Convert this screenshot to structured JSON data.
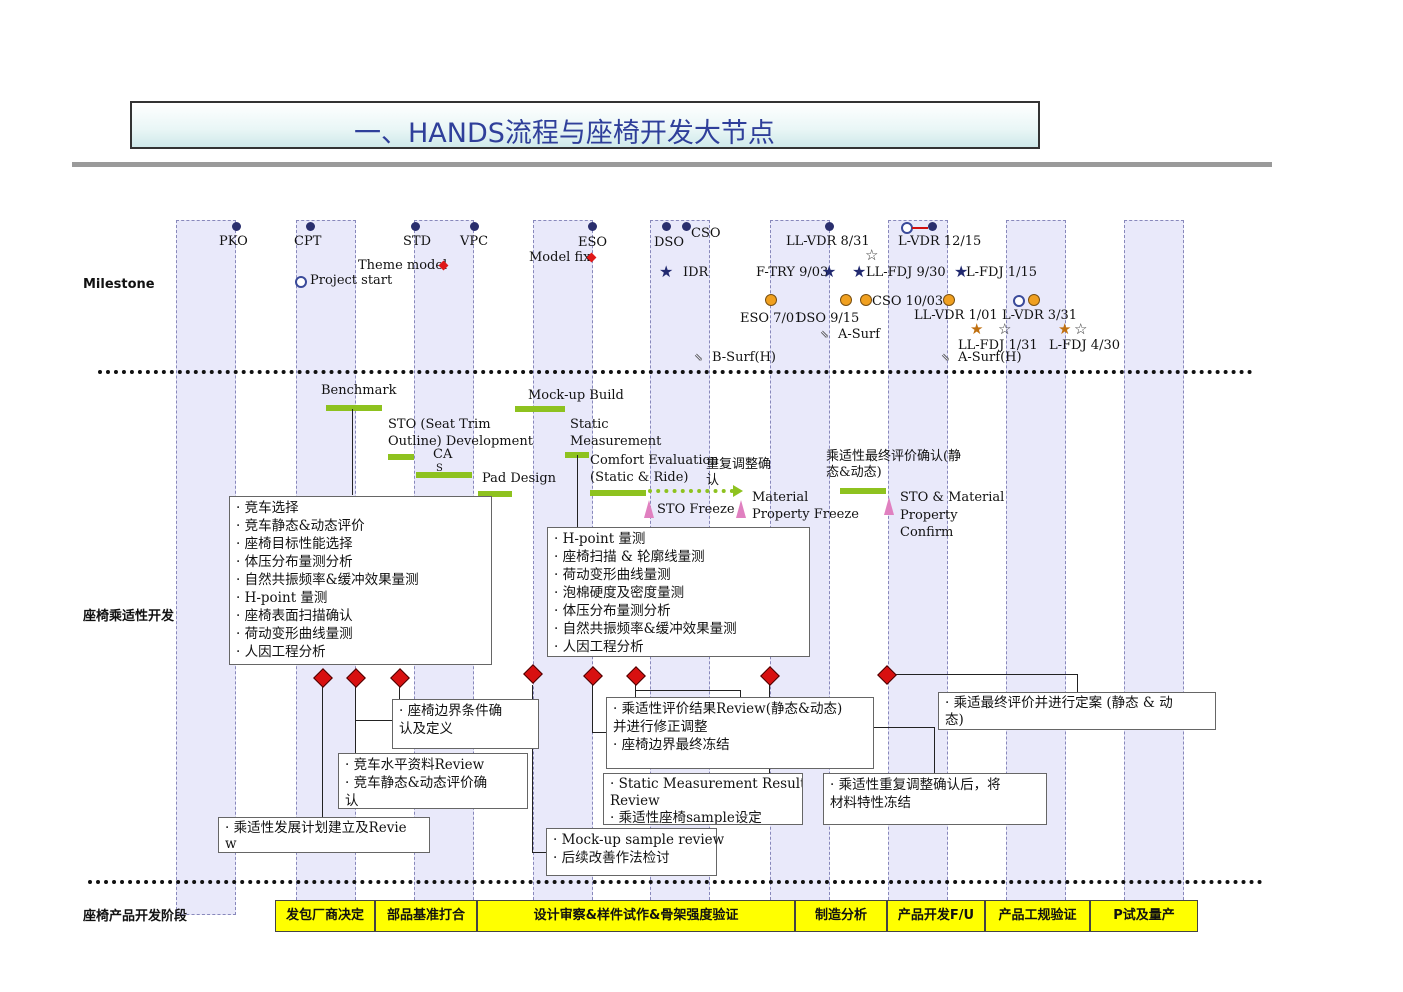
{
  "title": "一、HANDS流程与座椅开发大节点",
  "row_labels": {
    "milestone": "Milestone",
    "comfort": "座椅乘适性开发",
    "product": "座椅产品开发阶段"
  },
  "milestones": {
    "pko": "PKO",
    "cpt": "CPT",
    "std": "STD",
    "vpc": "VPC",
    "eso": "ESO",
    "dso": "DSO",
    "cso": "CSO",
    "ll_vdr_831": "LL-VDR 8/31",
    "l_vdr_1215": "L-VDR 12/15",
    "project_start": "Project start",
    "theme_model": "Theme model",
    "model_fix": "Model fix",
    "idr": "IDR",
    "f_try": "F-TRY 9/03",
    "ll_fdj_930": "LL-FDJ 9/30",
    "l_fdj_115": "L-FDJ 1/15",
    "cso_1003": "CSO 10/03",
    "eso_701": "ESO 7/01",
    "dso_915": "DSO 9/15",
    "a_surf": "A-Surf",
    "ll_vdr_101": "LL-VDR 1/01",
    "l_vdr_331": "L-VDR 3/31",
    "b_surf": "B-Surf(H)",
    "ll_fdj_131": "LL-FDJ 1/31",
    "a_surf_h": "A-Surf(H)",
    "l_fdj_430": "L-FDJ 4/30"
  },
  "activities": {
    "benchmark": "Benchmark",
    "sto_dev_1": "STO (Seat Trim",
    "sto_dev_2": "Outline) Development",
    "ca": "CA",
    "s": "S",
    "pad_design": "Pad Design",
    "mockup_build": "Mock-up Build",
    "static_1": "Static",
    "static_2": "Measurement",
    "comfort_1": "Comfort Evaluation",
    "comfort_2": "(Static & Ride)",
    "readjust": "重复调整确\n认",
    "sto_freeze": "STO Freeze",
    "material_1": "Material",
    "material_2": "Property Freeze",
    "final_eval": "乘适性最终评价确认(静\n态&动态)",
    "sto_mat": "STO & Material\nProperty\nConfirm"
  },
  "boxes": {
    "benchmark_list": "· 竞车选择\n· 竞车静态&动态评价\n· 座椅目标性能选择\n· 体压分布量测分析\n· 自然共振频率&缓冲效果量测\n· H-point 量测\n· 座椅表面扫描确认\n· 荷动变形曲线量测\n· 人因工程分析",
    "static_list": "· H-point 量测\n· 座椅扫描 & 轮廓线量测\n· 荷动变形曲线量测\n· 泡棉硬度及密度量测\n· 体压分布量测分析\n· 自然共振频率&缓冲效果量测\n· 人因工程分析",
    "boundary": "· 座椅边界条件确\n认及定义",
    "competitor_review": "· 竞车水平资料Review\n· 竞车静态&动态评价确\n认",
    "plan": "· 乘适性发展计划建立及Revie\nw",
    "eval_review": "· 乘适性评价结果Review(静态&动态)\n并进行修正调整\n· 座椅边界最终冻结",
    "static_result": "· Static Measurement Result\nReview\n· 乘适性座椅sample设定",
    "mockup_review": "· Mock-up sample review\n· 后续改善作法检讨",
    "material_freeze": "· 乘适性重复调整确认后，将\n材料特性冻结",
    "final_plan": "· 乘适最终评价并进行定案 (静态 & 动\n态)"
  },
  "phases": [
    "发包厂商决定",
    "部品基准打合",
    "设计审察&样件试作&骨架强度验证",
    "制造分析",
    "产品开发F/U",
    "产品工规验证",
    "P试及量产"
  ],
  "colors": {
    "column": "#e9e9fa",
    "green_bar": "#8ec21f",
    "diamond": "#d81010",
    "phase": "#ffff00",
    "title_text": "#2f3f9a"
  }
}
